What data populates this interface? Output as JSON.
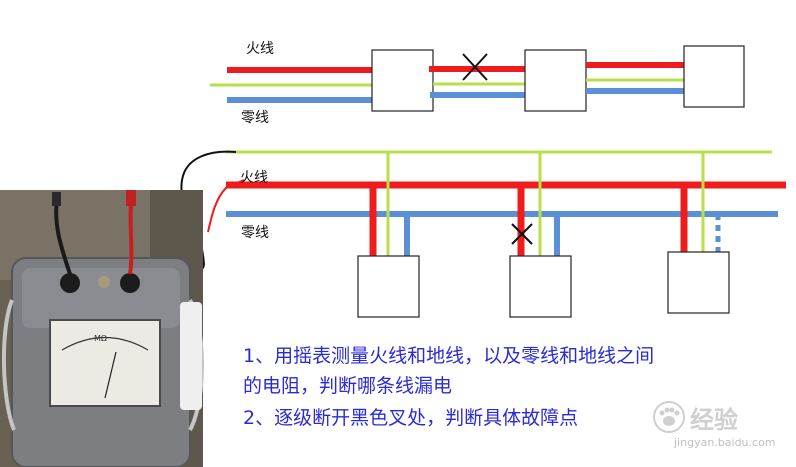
{
  "labels": {
    "top_live": "火线",
    "top_neutral": "零线",
    "mid_live": "火线",
    "mid_neutral": "零线"
  },
  "instructions": [
    "1、用摇表测量火线和地线，以及零线和地线之间",
    "的电阻，判断哪条线漏电",
    "2、逐级断开黑色叉处，判断具体故障点"
  ],
  "meter": {
    "scale_unit": "MΩ"
  },
  "watermark": {
    "brand": "经验",
    "url": "jingyan.baidu.com"
  },
  "colors": {
    "live": "#ee1c1c",
    "neutral": "#5b8fd6",
    "ground": "#b8e04a",
    "text": "#2b2bd6",
    "box_stroke": "#222222"
  }
}
